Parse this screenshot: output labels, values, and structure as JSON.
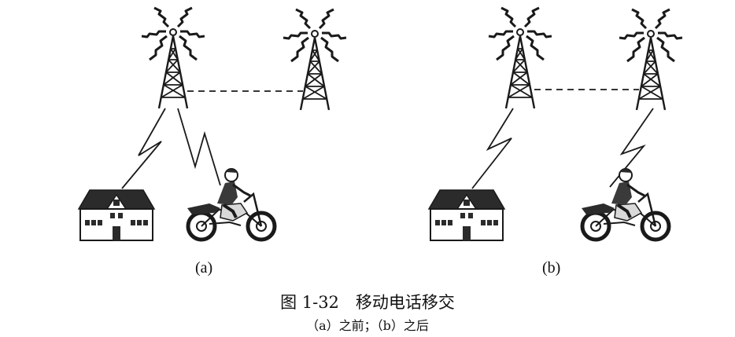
{
  "panels": [
    {
      "label": "(a)"
    },
    {
      "label": "(b)"
    }
  ],
  "caption": {
    "title": "图 1-32　移动电话移交",
    "subtitle": "（a）之前；（b）之后"
  },
  "colors": {
    "ink": "#1a1a1a",
    "house_fill": "#2b2b2b",
    "background": "#ffffff"
  },
  "icons": [
    "cell-tower-icon",
    "house-icon",
    "motorcycle-rider-icon",
    "radio-link-icon"
  ]
}
